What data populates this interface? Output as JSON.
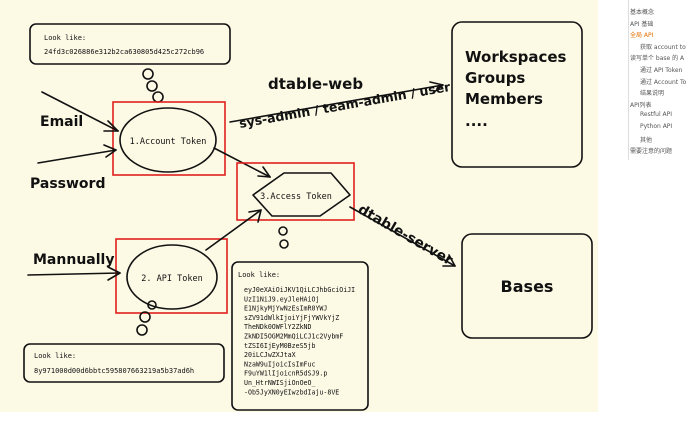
{
  "tokens": {
    "account": "1.Account Token",
    "api": "2. API Token",
    "access": "3.Access Token"
  },
  "inputs": {
    "email": "Email",
    "password": "Password",
    "manually": "Mannually"
  },
  "edges": {
    "dtable_web": "dtable-web",
    "roles": "sys-admin / team-admin / user",
    "dtable_server": "dtable-server"
  },
  "targets": {
    "workspaces": "Workspaces",
    "groups": "Groups",
    "members": "Members",
    "ellipsis": "....",
    "bases": "Bases"
  },
  "notes": {
    "account_label": "Look like:",
    "account_value": "24fd3c026886e312b2ca630805d425c272cb96",
    "api_label": "Look like:",
    "api_value": "8y971000d00d6bbtc595807663219a5b37ad6h",
    "access_label": "Look like:",
    "access_lines": [
      "eyJ0eXAiOiJKV1QiLCJhbGciOiJI",
      "UzI1NiJ9.eyJleHAiOj",
      "E1NjkyMjYwNzEsImR0YWJ",
      "sZV91dWlkIjoiYjFjYWVkYjZ",
      "TheNDk0OWFlY2ZkND",
      "ZkNDI5OGM2MmQiLCJ1c2VybmF",
      "tZSI6IjEyM0BzeS5jb",
      "20iLCJwZXJtaX",
      "NzaW9uIjoicIsImFuc",
      "F9uYW1lIjoicnR5dSJ9.p",
      "Un_HtrNWISjiOnOeO_",
      "-Ob5JyXN0yEIwzbdIaju-8VE"
    ]
  },
  "toc": [
    {
      "label": "基本概念",
      "active": false,
      "indent": 0
    },
    {
      "label": "API 基础",
      "active": false,
      "indent": 0
    },
    {
      "label": "全局 API",
      "active": true,
      "indent": 0
    },
    {
      "label": "获取 account to",
      "active": false,
      "indent": 1
    },
    {
      "label": "读写单个 base 的 A",
      "active": false,
      "indent": 0
    },
    {
      "label": "通过 API Token",
      "active": false,
      "indent": 1
    },
    {
      "label": "通过 Account To",
      "active": false,
      "indent": 1
    },
    {
      "label": "结果说明",
      "active": false,
      "indent": 1
    },
    {
      "label": "API列表",
      "active": false,
      "indent": 0
    },
    {
      "label": "Restful API",
      "active": false,
      "indent": 1
    },
    {
      "label": "Python API",
      "active": false,
      "indent": 1
    },
    {
      "label": "其他",
      "active": false,
      "indent": 1
    },
    {
      "label": "需要注意的问题",
      "active": false,
      "indent": 0
    }
  ],
  "colors": {
    "canvas": "#fcf9e5",
    "highlight": "#e0201f",
    "ink": "#111111",
    "toc_active": "#e07000"
  }
}
